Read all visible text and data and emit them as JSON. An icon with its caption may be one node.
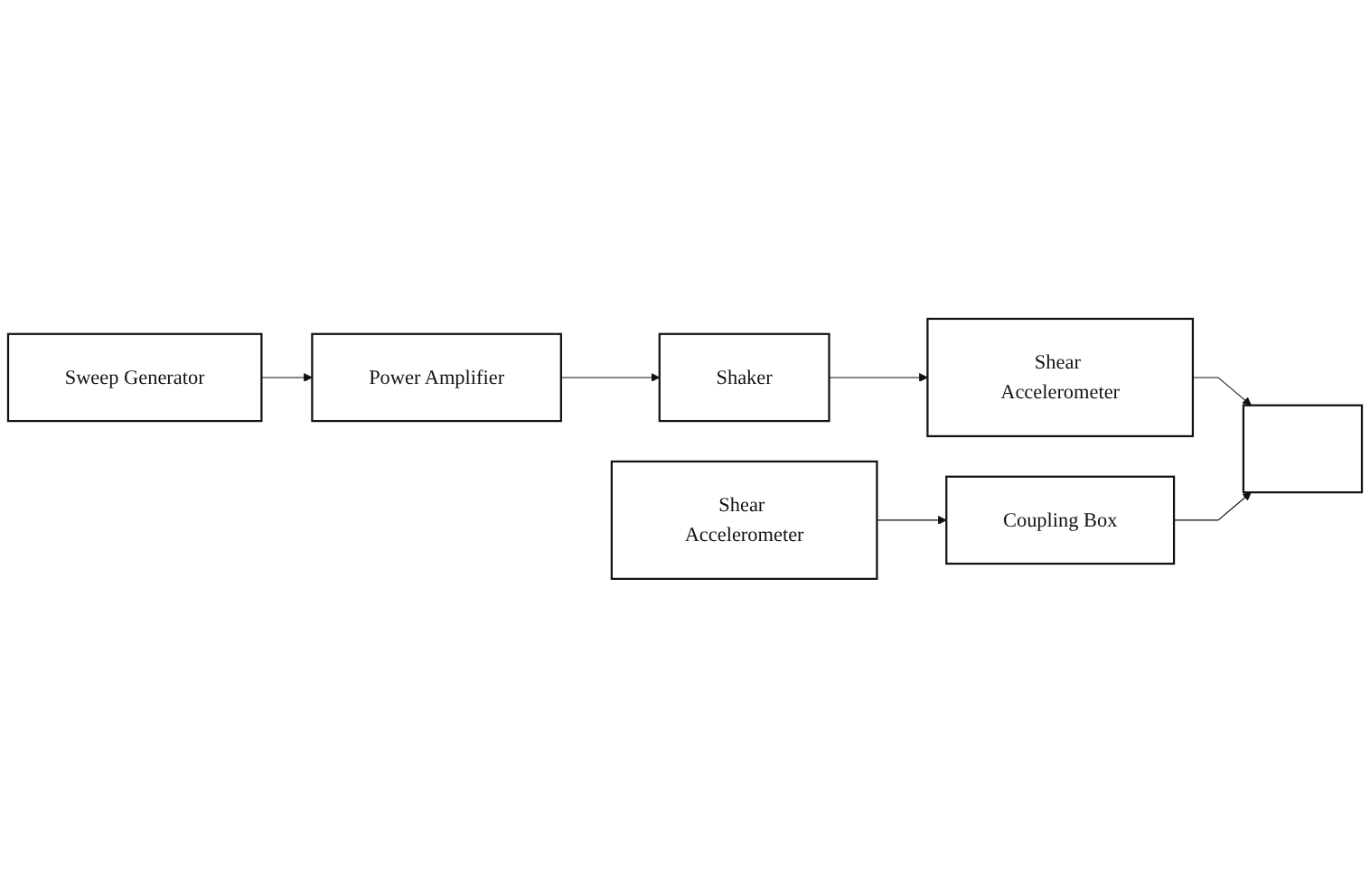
{
  "diagram": {
    "nodes": [
      {
        "text": [
          "Sweep Generator"
        ]
      },
      {
        "text": [
          "Shear Accelerometer"
        ]
      },
      {
        "text": [],
        "shape": "box"
      },
      {
        "text": [
          "Power Amplifier"
        ]
      },
      {
        "text": [
          "Shaker"
        ]
      },
      {
        "text": [
          "Coupling Box"
        ]
      },
      {
        "text": [
          "Shear Accelerometer"
        ]
      }
    ],
    "edges": [
      {
        "from": 0,
        "to": 3,
        "arrow": "to"
      },
      {
        "from": 3,
        "to": 4,
        "arrow": "to"
      },
      {
        "from": 4,
        "to": 1,
        "arrow": "to"
      },
      {
        "from": 1,
        "to": 2,
        "arrow": "to"
      },
      {
        "from": 5,
        "to": 2,
        "arrow": "to"
      },
      {
        "from": 6,
        "to": 5,
        "arrow": "to"
      }
    ]
  }
}
